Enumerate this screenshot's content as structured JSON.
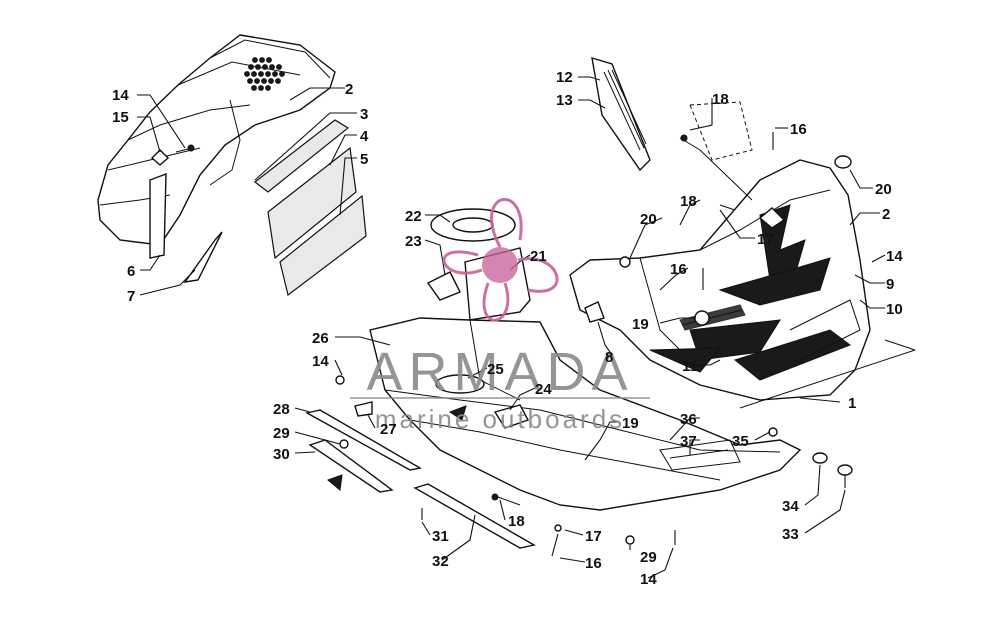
{
  "watermark": {
    "brand": "ARMADA",
    "tagline": "marine outboards",
    "logo_color": "#c9609a",
    "text_color": "#8a8a8a"
  },
  "callouts": [
    {
      "id": "c2a",
      "label": "2"
    },
    {
      "id": "c3",
      "label": "3"
    },
    {
      "id": "c4",
      "label": "4"
    },
    {
      "id": "c5",
      "label": "5"
    },
    {
      "id": "c14a",
      "label": "14"
    },
    {
      "id": "c15",
      "label": "15"
    },
    {
      "id": "c6",
      "label": "6"
    },
    {
      "id": "c7",
      "label": "7"
    },
    {
      "id": "c12",
      "label": "12"
    },
    {
      "id": "c13",
      "label": "13"
    },
    {
      "id": "c18a",
      "label": "18"
    },
    {
      "id": "c16a",
      "label": "16"
    },
    {
      "id": "c20a",
      "label": "20"
    },
    {
      "id": "c2b",
      "label": "2"
    },
    {
      "id": "c18b",
      "label": "18"
    },
    {
      "id": "c20b",
      "label": "20"
    },
    {
      "id": "c17a",
      "label": "17"
    },
    {
      "id": "c14b",
      "label": "14"
    },
    {
      "id": "c16b",
      "label": "16"
    },
    {
      "id": "c9",
      "label": "9"
    },
    {
      "id": "c10",
      "label": "10"
    },
    {
      "id": "c19a",
      "label": "19"
    },
    {
      "id": "c8",
      "label": "8"
    },
    {
      "id": "c11",
      "label": "11"
    },
    {
      "id": "c1",
      "label": "1"
    },
    {
      "id": "c22",
      "label": "22"
    },
    {
      "id": "c23",
      "label": "23"
    },
    {
      "id": "c21",
      "label": "21"
    },
    {
      "id": "c26",
      "label": "26"
    },
    {
      "id": "c14c",
      "label": "14"
    },
    {
      "id": "c25",
      "label": "25"
    },
    {
      "id": "c24",
      "label": "24"
    },
    {
      "id": "c19b",
      "label": "19"
    },
    {
      "id": "c36",
      "label": "36"
    },
    {
      "id": "c37",
      "label": "37"
    },
    {
      "id": "c35",
      "label": "35"
    },
    {
      "id": "c28",
      "label": "28"
    },
    {
      "id": "c27",
      "label": "27"
    },
    {
      "id": "c29a",
      "label": "29"
    },
    {
      "id": "c30",
      "label": "30"
    },
    {
      "id": "c18c",
      "label": "18"
    },
    {
      "id": "c17b",
      "label": "17"
    },
    {
      "id": "c16c",
      "label": "16"
    },
    {
      "id": "c31",
      "label": "31"
    },
    {
      "id": "c32",
      "label": "32"
    },
    {
      "id": "c29b",
      "label": "29"
    },
    {
      "id": "c14d",
      "label": "14"
    },
    {
      "id": "c34",
      "label": "34"
    },
    {
      "id": "c33",
      "label": "33"
    }
  ]
}
